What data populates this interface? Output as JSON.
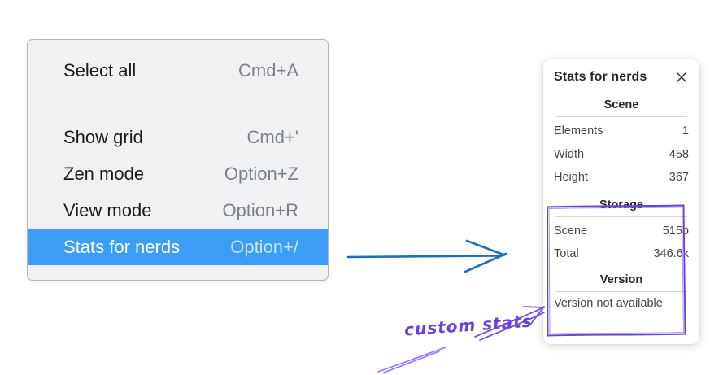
{
  "menu": {
    "items": [
      {
        "label": "Select all",
        "shortcut": "Cmd+A",
        "selected": false
      },
      {
        "label": "Show grid",
        "shortcut": "Cmd+'",
        "selected": false
      },
      {
        "label": "Zen mode",
        "shortcut": "Option+Z",
        "selected": false
      },
      {
        "label": "View mode",
        "shortcut": "Option+R",
        "selected": false
      },
      {
        "label": "Stats for nerds",
        "shortcut": "Option+/",
        "selected": true
      }
    ],
    "highlight_color": "#3b9df5"
  },
  "stats_panel": {
    "title": "Stats for nerds",
    "close_icon": "x-icon",
    "scene": {
      "header": "Scene",
      "rows": [
        {
          "label": "Elements",
          "value": "1"
        },
        {
          "label": "Width",
          "value": "458"
        },
        {
          "label": "Height",
          "value": "367"
        }
      ]
    },
    "storage": {
      "header": "Storage",
      "rows": [
        {
          "label": "Scene",
          "value": "515b"
        },
        {
          "label": "Total",
          "value": "346.6k"
        }
      ]
    },
    "version": {
      "header": "Version",
      "note": "Version not available"
    }
  },
  "annotation": {
    "label": "custom stats",
    "box_color": "#6741d9",
    "arrow_color": "#7048e8",
    "swoosh_color": "#9775fa"
  },
  "pointer_arrow_color": "#1b6fbe"
}
